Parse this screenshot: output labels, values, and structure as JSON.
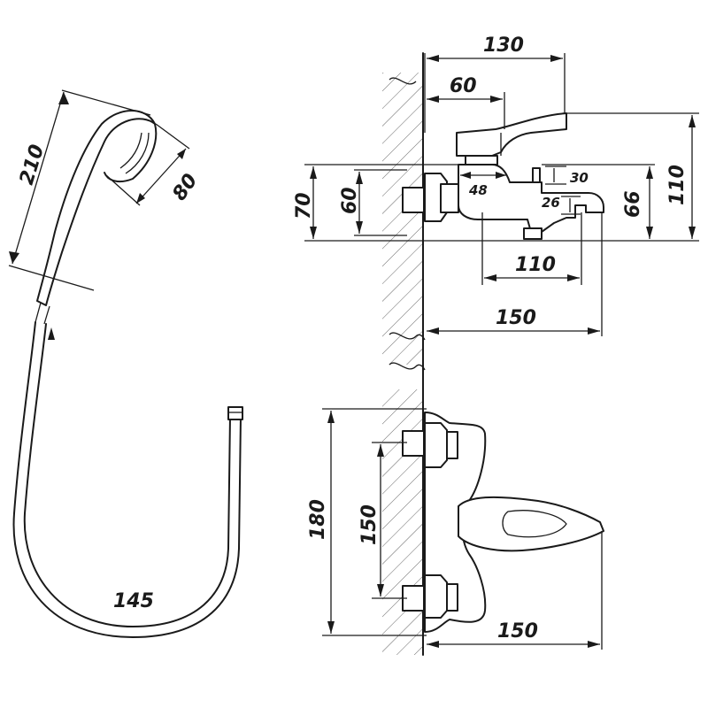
{
  "dimensions": {
    "handset_length": "210",
    "handset_head_width": "80",
    "hose_length": "145",
    "total_depth": "130",
    "lever_depth": "60",
    "body_height_70": "70",
    "body_height_60": "60",
    "spout_offset_48": "48",
    "spout_height_30": "30",
    "spout_height_26": "26",
    "spout_height_66": "66",
    "total_height_110": "110",
    "spout_length_110": "110",
    "spout_reach_150": "150",
    "mount_height_180": "180",
    "centre_distance_150": "150",
    "front_depth_150": "150"
  }
}
